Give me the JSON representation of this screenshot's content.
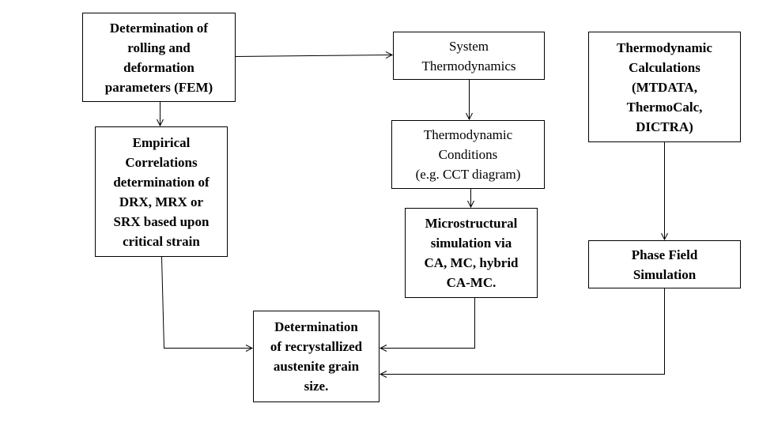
{
  "nodes": {
    "fem": {
      "label": "Determination of\nrolling and\ndeformation\nparameters (FEM)"
    },
    "empirical": {
      "label": "Empirical\nCorrelations\ndetermination of\nDRX, MRX or\nSRX  based upon\ncritical strain"
    },
    "system_thermo": {
      "label": "System\nThermodynamics"
    },
    "thermo_conditions": {
      "label": "Thermodynamic\nConditions\n(e.g. CCT diagram)"
    },
    "microstructural": {
      "label": "Microstructural\nsimulation via\nCA, MC, hybrid\nCA-MC."
    },
    "thermo_calc": {
      "label": "Thermodynamic\nCalculations\n(MTDATA,\nThermoCalc,\nDICTRA)"
    },
    "phase_field": {
      "label": "Phase Field\nSimulation"
    },
    "grain_size": {
      "label": "Determination\nof recrystallized\naustenite grain\nsize."
    }
  },
  "edges": [
    {
      "from": "fem",
      "to": "system_thermo"
    },
    {
      "from": "fem",
      "to": "empirical"
    },
    {
      "from": "system_thermo",
      "to": "thermo_conditions"
    },
    {
      "from": "thermo_conditions",
      "to": "microstructural"
    },
    {
      "from": "thermo_calc",
      "to": "phase_field"
    },
    {
      "from": "empirical",
      "to": "grain_size"
    },
    {
      "from": "microstructural",
      "to": "grain_size"
    },
    {
      "from": "phase_field",
      "to": "grain_size"
    }
  ]
}
